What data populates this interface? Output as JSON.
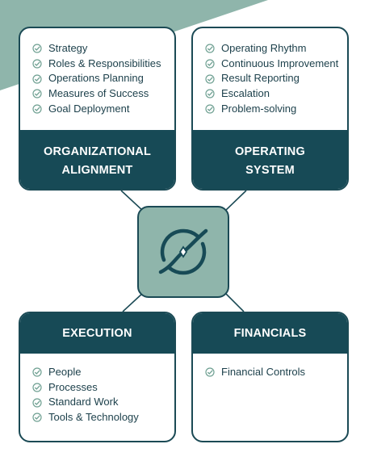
{
  "colors": {
    "primary": "#174a56",
    "accent": "#8fb5ab",
    "text": "#1b3f4a",
    "check": "#6fa092"
  },
  "cards": {
    "alignment": {
      "title_line1": "ORGANIZATIONAL",
      "title_line2": "ALIGNMENT",
      "items": [
        "Strategy",
        "Roles & Responsibilities",
        "Operations Planning",
        "Measures of Success",
        "Goal Deployment"
      ]
    },
    "operating": {
      "title_line1": "OPERATING",
      "title_line2": "SYSTEM",
      "items": [
        "Operating Rhythm",
        "Continuous Improvement",
        "Result Reporting",
        "Escalation",
        "Problem-solving"
      ]
    },
    "execution": {
      "title": "EXECUTION",
      "items": [
        "People",
        "Processes",
        "Standard Work",
        "Tools & Technology"
      ]
    },
    "financials": {
      "title": "FINANCIALS",
      "items": [
        "Financial Controls"
      ]
    }
  },
  "icons": {
    "check": "check-circle-icon",
    "center": "cycle-link-icon"
  }
}
